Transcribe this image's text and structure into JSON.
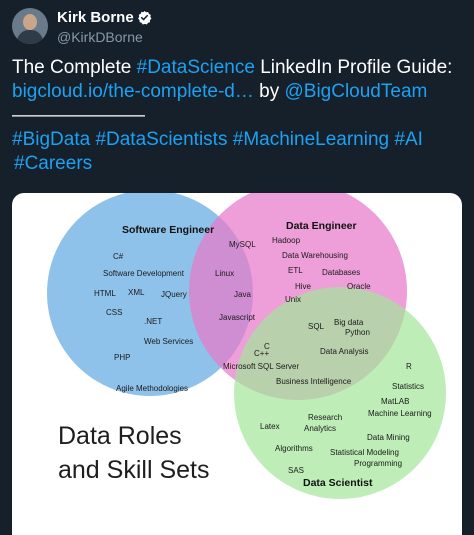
{
  "tweet": {
    "author_name": "Kirk Borne",
    "author_handle": "@KirkDBorne",
    "line1_prefix": "The Complete ",
    "line1_hashtag": "#DataScience",
    "line1_suffix": " LinkedIn Profile Guide:",
    "line2_link": "bigcloud.io/the-complete-d…",
    "line2_by": " by ",
    "line2_mention": "@BigCloudTeam",
    "divider": "———————",
    "hashtags": [
      "#BigData",
      "#DataScientists",
      "#MachineLearning",
      "#AI",
      "#Careers"
    ]
  },
  "colors": {
    "background": "#15202b",
    "link": "#1da1f2",
    "verified": "#ffffff",
    "software": "#7bb7e6",
    "data_engineer": "#e879c9",
    "data_scientist": "#a3e69a"
  },
  "venn": {
    "title_line1": "Data Roles",
    "title_line2": "and Skill Sets",
    "circles": {
      "software": "Software Engineer",
      "data_engineer": "Data Engineer",
      "data_scientist": "Data Scientist"
    },
    "skills": {
      "c_sharp": "C#",
      "software_dev": "Software Development",
      "html": "HTML",
      "xml": "XML",
      "jquery": "JQuery",
      "css": "CSS",
      "dotnet": ".NET",
      "web_services": "Web Services",
      "php": "PHP",
      "agile": "Agile Methodologies",
      "mysql": "MySQL",
      "linux": "Linux",
      "java": "Java",
      "javascript": "Javascript",
      "c": "C",
      "cpp": "C++",
      "mssql": "Microsoft SQL Server",
      "hadoop": "Hadoop",
      "data_warehousing": "Data Warehousing",
      "etl": "ETL",
      "databases": "Databases",
      "hive": "Hive",
      "oracle": "Oracle",
      "unix": "Unix",
      "sql": "SQL",
      "big_data": "Big data",
      "python": "Python",
      "data_analysis": "Data Analysis",
      "business_intelligence": "Business Intelligence",
      "r": "R",
      "statistics": "Statistics",
      "matlab": "MatLAB",
      "machine_learning": "Machine Learning",
      "research": "Research",
      "analytics": "Analytics",
      "latex": "Latex",
      "data_mining": "Data Mining",
      "algorithms": "Algorithms",
      "stat_modeling": "Statistical Modeling",
      "programming": "Programming",
      "sas": "SAS"
    }
  }
}
